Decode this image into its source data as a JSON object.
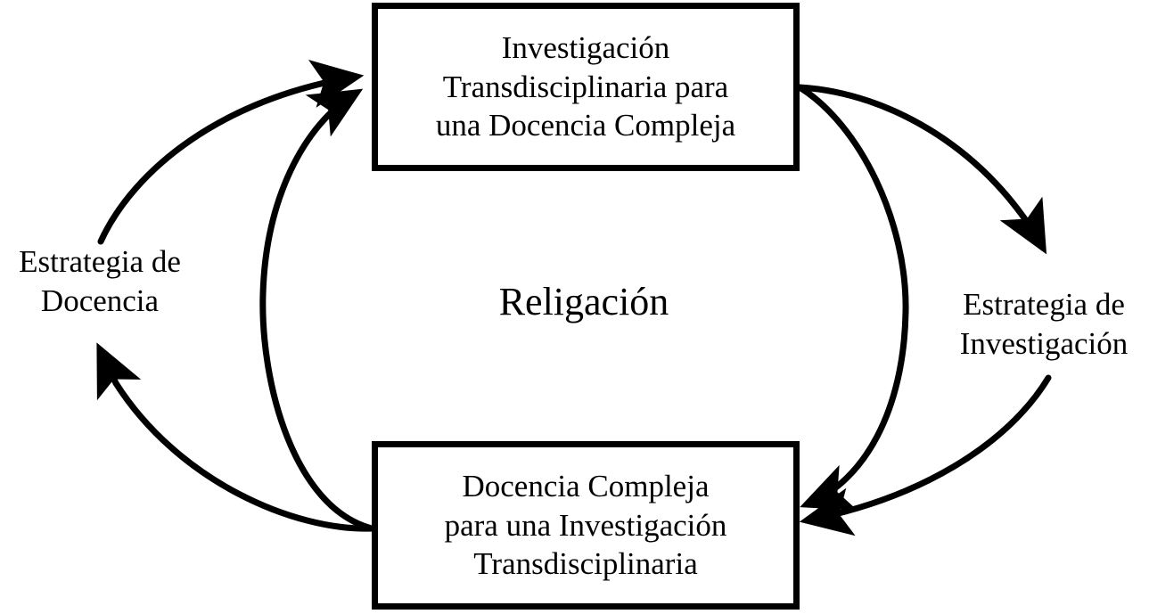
{
  "diagram": {
    "title": "Religacion cycle between transdisciplinary research and complex teaching",
    "background_color": "#ffffff",
    "stroke_color": "#000000",
    "nodes": {
      "top": {
        "text": "Investigación\nTransdisciplinaria para\nuna Docencia Compleja"
      },
      "bottom": {
        "text": "Docencia Compleja\npara una Investigación\nTransdisciplinaria"
      }
    },
    "center_label": {
      "text": "Religación"
    },
    "edge_labels": {
      "left": {
        "text": "Estrategia de\nDocencia"
      },
      "right": {
        "text": "Estrategia de\nInvestigación"
      }
    },
    "arrows": [
      {
        "name": "bottom-to-top-outer-left",
        "from": "bottom",
        "to": "top",
        "label": "Estrategia de Docencia",
        "direction": "upward-left"
      },
      {
        "name": "bottom-to-top-inner-left",
        "from": "bottom",
        "to": "top",
        "label": "",
        "direction": "upward-left-inner"
      },
      {
        "name": "top-to-bottom-outer-right",
        "from": "top",
        "to": "bottom",
        "label": "Estrategia de Investigación",
        "direction": "downward-right"
      },
      {
        "name": "top-to-bottom-inner-right",
        "from": "top",
        "to": "bottom",
        "label": "",
        "direction": "downward-right-inner"
      }
    ]
  }
}
